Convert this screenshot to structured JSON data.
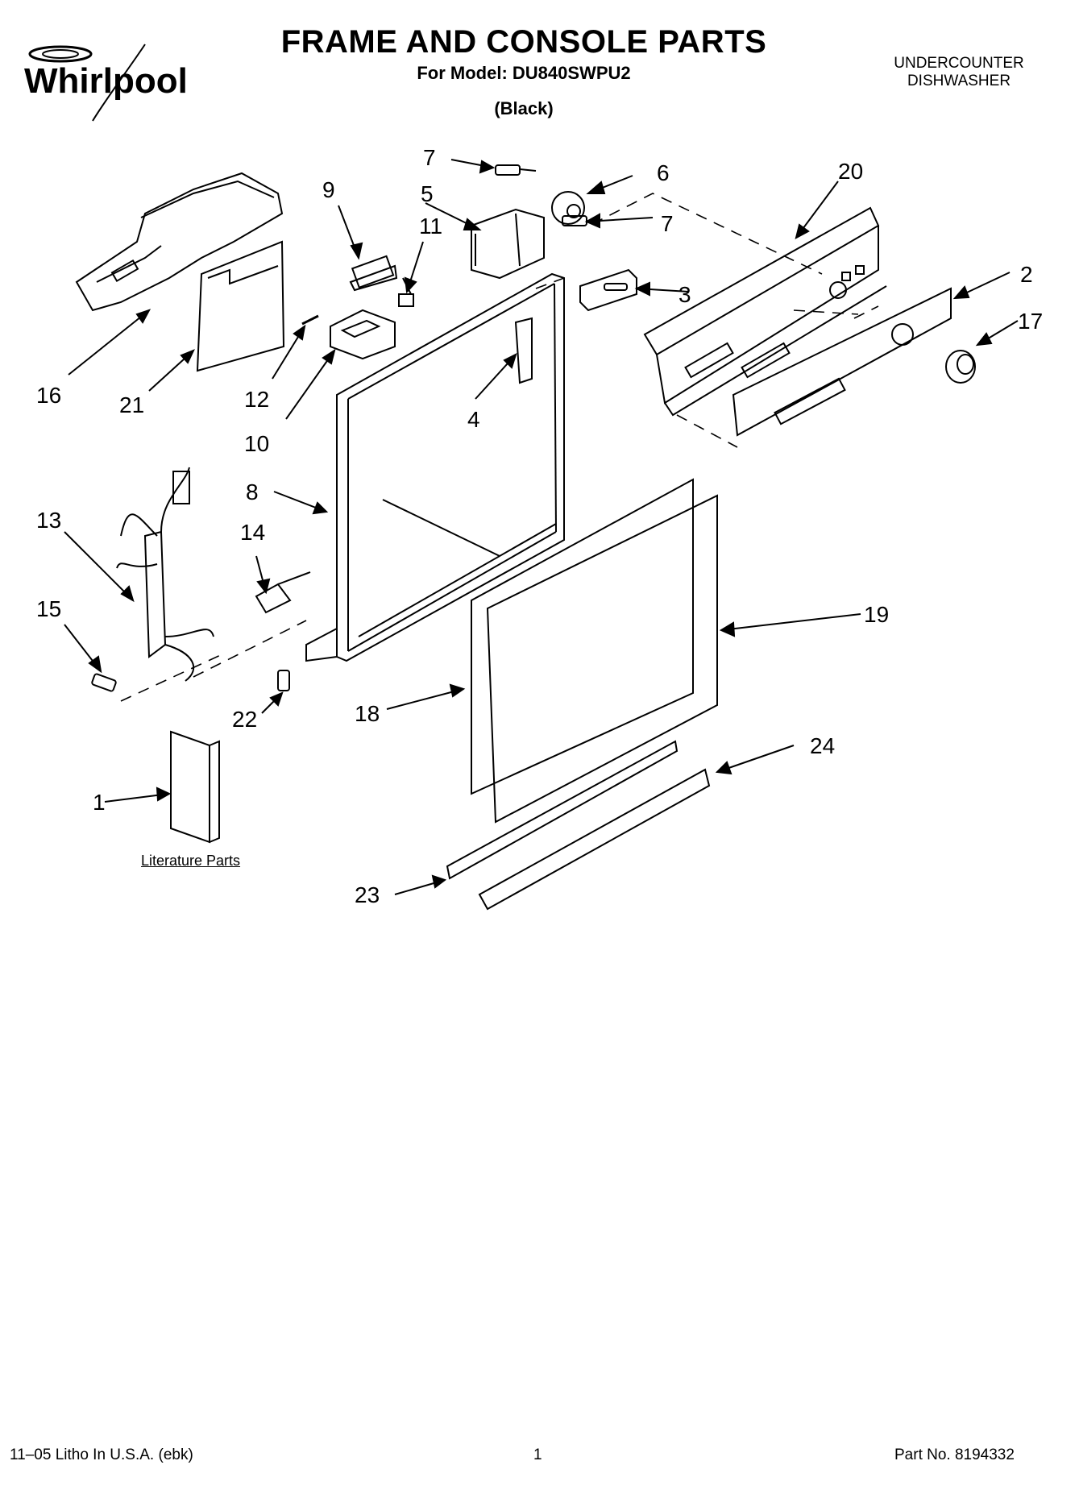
{
  "brand": "Whirlpool",
  "header": {
    "title": "FRAME AND CONSOLE PARTS",
    "model_line": "For Model: DU840SWPU2",
    "variant": "(Black)",
    "appliance_line1": "UNDERCOUNTER",
    "appliance_line2": "DISHWASHER"
  },
  "diagram": {
    "literature_label": "Literature Parts",
    "callouts": [
      "1",
      "2",
      "3",
      "4",
      "5",
      "6",
      "7",
      "7",
      "8",
      "9",
      "10",
      "11",
      "12",
      "13",
      "14",
      "15",
      "16",
      "17",
      "18",
      "19",
      "20",
      "21",
      "22",
      "23",
      "24"
    ]
  },
  "footer": {
    "litho": "11–05 Litho In U.S.A. (ebk)",
    "page": "1",
    "part_no": "Part No. 8194332"
  }
}
